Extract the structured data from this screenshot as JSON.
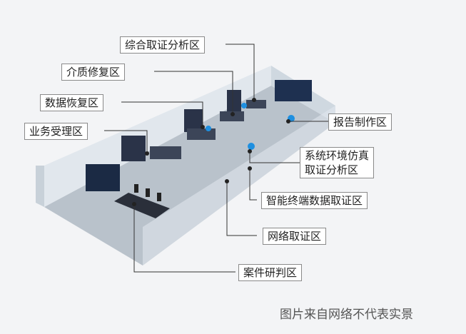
{
  "labels": {
    "comprehensive": "综合取证分析区",
    "media_repair": "介质修复区",
    "data_recovery": "数据恢复区",
    "business": "业务受理区",
    "report": "报告制作区",
    "system_sim_line1": "系统环境仿真",
    "system_sim_line2": "取证分析区",
    "smart_terminal": "智能终端数据取证区",
    "network": "网络取证区",
    "case_study": "案件研判区"
  },
  "note": "图片来自网络不代表实景",
  "colors": {
    "background": "#f3f4f6",
    "floor": "#b7c0c9",
    "wall": "#d9e1e8",
    "accent": "#1e8fe0",
    "line": "#333333"
  }
}
